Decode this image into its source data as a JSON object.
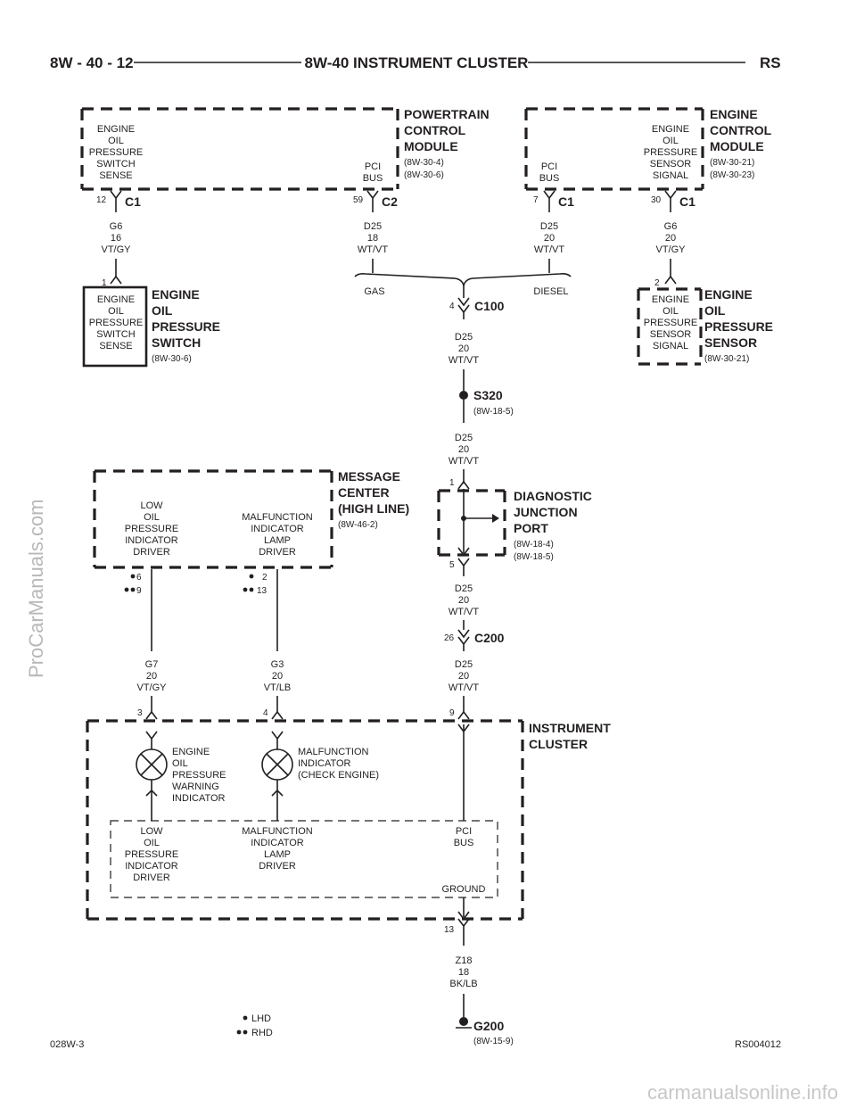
{
  "header": {
    "page_number": "8W - 40 - 12",
    "title": "8W-40 INSTRUMENT CLUSTER",
    "code": "RS"
  },
  "pcm": {
    "name": [
      "POWERTRAIN",
      "CONTROL",
      "MODULE"
    ],
    "refs": [
      "(8W-30-4)",
      "(8W-30-6)"
    ],
    "left_pin_label": [
      "ENGINE",
      "OIL",
      "PRESSURE",
      "SWITCH",
      "SENSE"
    ],
    "left_pin": "12",
    "left_connector": "C1",
    "right_pin_label": [
      "PCI",
      "BUS"
    ],
    "right_pin": "59",
    "right_connector": "C2"
  },
  "ecm": {
    "name": [
      "ENGINE",
      "CONTROL",
      "MODULE"
    ],
    "refs": [
      "(8W-30-21)",
      "(8W-30-23)"
    ],
    "left_pin_label": [
      "PCI",
      "BUS"
    ],
    "left_pin": "7",
    "left_connector": "C1",
    "right_pin_label": [
      "ENGINE",
      "OIL",
      "PRESSURE",
      "SENSOR",
      "SIGNAL"
    ],
    "right_pin": "30",
    "right_connector": "C1"
  },
  "wires": {
    "w1": [
      "G6",
      "16",
      "VT/GY"
    ],
    "w2": [
      "D25",
      "18",
      "WT/VT"
    ],
    "w3": [
      "D25",
      "20",
      "WT/VT"
    ],
    "w4": [
      "G6",
      "20",
      "VT/GY"
    ],
    "w5": [
      "D25",
      "20",
      "WT/VT"
    ],
    "w6": [
      "D25",
      "20",
      "WT/VT"
    ],
    "w7": [
      "D25",
      "20",
      "WT/VT"
    ],
    "w8": [
      "D25",
      "20",
      "WT/VT"
    ],
    "w9": [
      "G7",
      "20",
      "VT/GY"
    ],
    "w10": [
      "G3",
      "20",
      "VT/LB"
    ],
    "w11": [
      "Z18",
      "18",
      "BK/LB"
    ]
  },
  "switch": {
    "pin": "1",
    "label": [
      "ENGINE",
      "OIL",
      "PRESSURE",
      "SWITCH",
      "SENSE"
    ],
    "name": [
      "ENGINE",
      "OIL",
      "PRESSURE",
      "SWITCH"
    ],
    "ref": "(8W-30-6)"
  },
  "sensor": {
    "pin": "2",
    "label": [
      "ENGINE",
      "OIL",
      "PRESSURE",
      "SENSOR",
      "SIGNAL"
    ],
    "name": [
      "ENGINE",
      "OIL",
      "PRESSURE",
      "SENSOR"
    ],
    "ref": "(8W-30-21)"
  },
  "splice_join": {
    "gas": "GAS",
    "diesel": "DIESEL"
  },
  "c100": {
    "pin": "4",
    "name": "C100"
  },
  "s320": {
    "name": "S320",
    "ref": "(8W-18-5)"
  },
  "message_center": {
    "name": [
      "MESSAGE",
      "CENTER",
      "(HIGH LINE)"
    ],
    "ref": "(8W-46-2)",
    "left_label": [
      "LOW",
      "OIL",
      "PRESSURE",
      "INDICATOR",
      "DRIVER"
    ],
    "right_label": [
      "MALFUNCTION",
      "INDICATOR",
      "LAMP",
      "DRIVER"
    ],
    "left_pins": [
      "6",
      "9"
    ],
    "right_pins": [
      "2",
      "13"
    ]
  },
  "djp": {
    "name": [
      "DIAGNOSTIC",
      "JUNCTION",
      "PORT"
    ],
    "refs": [
      "(8W-18-4)",
      "(8W-18-5)"
    ],
    "top_pin": "1",
    "bottom_pin": "5"
  },
  "c200": {
    "pin": "26",
    "name": "C200"
  },
  "cluster": {
    "name": [
      "INSTRUMENT",
      "CLUSTER"
    ],
    "pins": [
      "3",
      "4",
      "9"
    ],
    "lamp1": [
      "ENGINE",
      "OIL",
      "PRESSURE",
      "WARNING",
      "INDICATOR"
    ],
    "lamp2": [
      "MALFUNCTION",
      "INDICATOR",
      "(CHECK ENGINE)"
    ],
    "inner_left": [
      "LOW",
      "OIL",
      "PRESSURE",
      "INDICATOR",
      "DRIVER"
    ],
    "inner_mid": [
      "MALFUNCTION",
      "INDICATOR",
      "LAMP",
      "DRIVER"
    ],
    "inner_right": [
      "PCI",
      "BUS"
    ],
    "ground_label": "GROUND",
    "ground_pin": "13"
  },
  "g200": {
    "name": "G200",
    "ref": "(8W-15-9)"
  },
  "legend": {
    "lhd": "LHD",
    "rhd": "RHD"
  },
  "footer": {
    "left_code": "028W-3",
    "right_code": "RS004012"
  },
  "watermarks": {
    "side": "ProCarManuals.com",
    "bottom": "carmanualsonline.info"
  }
}
